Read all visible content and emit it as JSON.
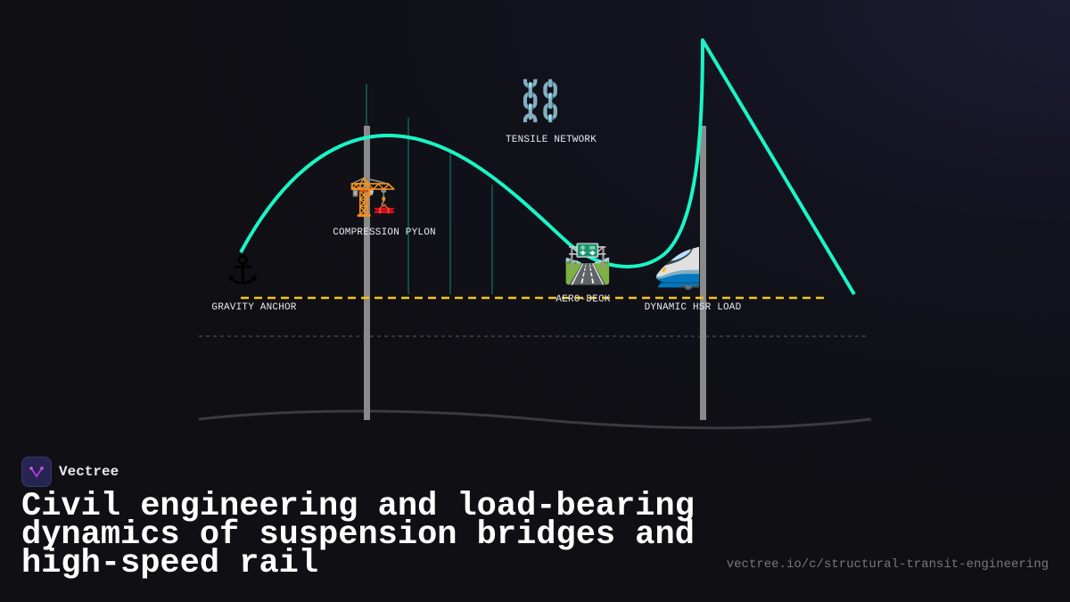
{
  "diagram": {
    "nodes": [
      {
        "label": "GRAVITY ANCHOR",
        "icon": "anchor-icon",
        "glyph": "⚓"
      },
      {
        "label": "COMPRESSION PYLON",
        "icon": "crane-icon",
        "glyph": "🏗️"
      },
      {
        "label": "TENSILE NETWORK",
        "icon": "chains-icon",
        "glyph": "⛓️"
      },
      {
        "label": "AERO-DECK",
        "icon": "motorway-icon",
        "glyph": "🛣️"
      },
      {
        "label": "DYNAMIC HSR LOAD",
        "icon": "bullet-train-icon",
        "glyph": "🚄"
      }
    ],
    "colors": {
      "cable": "#19f5c6",
      "deck": "#f5c518",
      "tower": "#8a8a8a",
      "hanger": "#0f7a62"
    }
  },
  "brand": {
    "name": "Vectree"
  },
  "title": "Civil engineering and load-bearing dynamics of suspension bridges and high-speed rail",
  "url": "vectree.io/c/structural-transit-engineering"
}
